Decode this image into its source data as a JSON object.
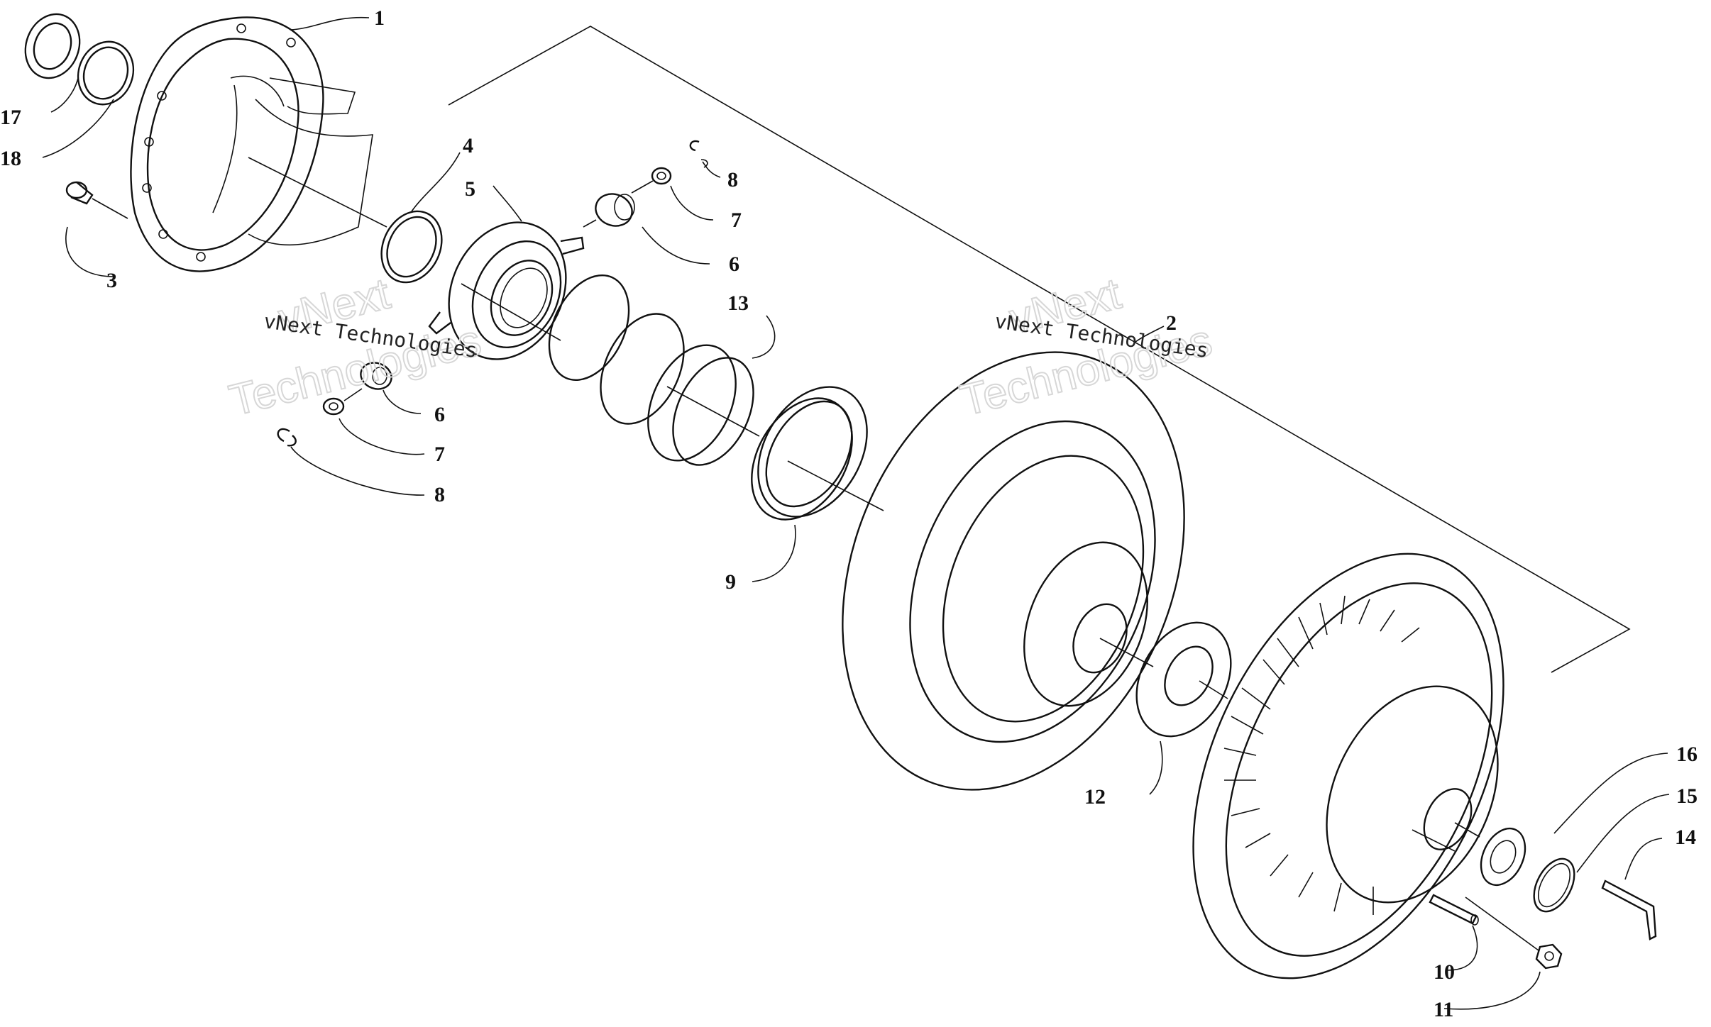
{
  "watermark": {
    "company": "vNext Technologies",
    "line1": "vNext",
    "line2": "Technologies"
  },
  "callouts": {
    "p1": "1",
    "p2": "2",
    "p3": "3",
    "p4": "4",
    "p5": "5",
    "p6a": "6",
    "p6b": "6",
    "p7a": "7",
    "p7b": "7",
    "p8a": "8",
    "p8b": "8",
    "p9": "9",
    "p10": "10",
    "p11": "11",
    "p12": "12",
    "p13": "13",
    "p14": "14",
    "p15": "15",
    "p16": "16",
    "p17": "17",
    "p18": "18"
  },
  "icons": {
    "cover": "spider-cover-icon",
    "sheave": "sheave-icon"
  }
}
